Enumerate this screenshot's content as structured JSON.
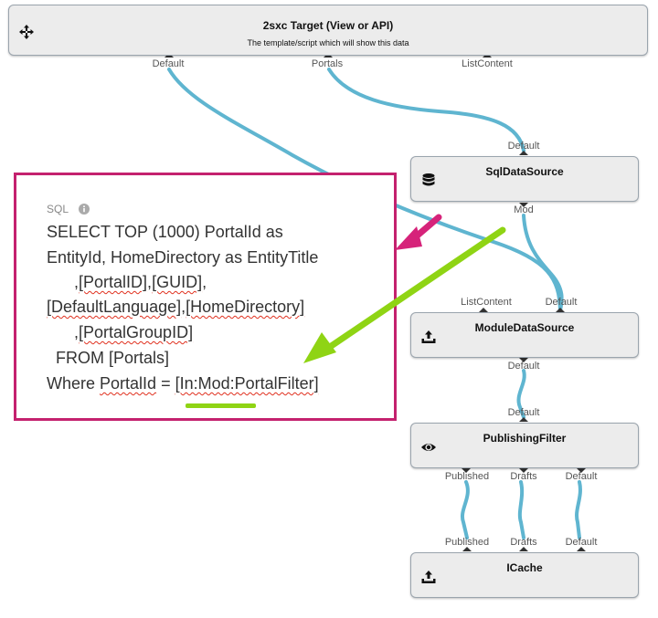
{
  "nodes": {
    "target": {
      "title": "2sxc Target (View or API)",
      "description": "The template/script which will show this data",
      "icon": "move-arrows-icon"
    },
    "sql": {
      "title": "SqlDataSource",
      "icon": "database-icon"
    },
    "module": {
      "title": "ModuleDataSource",
      "icon": "upload-tray-icon"
    },
    "publishing": {
      "title": "PublishingFilter",
      "icon": "eye-icon"
    },
    "icache": {
      "title": "ICache",
      "icon": "upload-tray-icon"
    }
  },
  "ports": {
    "target_in": [
      "Default",
      "Portals",
      "ListContent"
    ],
    "sql_out": "Default",
    "sql_in": "Mod",
    "module_out": [
      "ListContent",
      "Default"
    ],
    "module_in": "Default",
    "publishing_out": "Default",
    "publishing_in": [
      "Published",
      "Drafts",
      "Default"
    ],
    "icache_out": [
      "Published",
      "Drafts",
      "Default"
    ]
  },
  "sql_panel": {
    "label": "SQL",
    "lines": [
      {
        "parts": [
          {
            "t": "SELECT TOP (1000) PortalId as"
          }
        ]
      },
      {
        "parts": [
          {
            "t": "EntityId, HomeDirectory as EntityTitle"
          }
        ]
      },
      {
        "parts": [
          {
            "t": "      ,"
          },
          {
            "t": "[PortalID]",
            "sq": true
          },
          {
            "t": ","
          },
          {
            "t": "[GUID]",
            "sq": true
          },
          {
            "t": ","
          }
        ]
      },
      {
        "parts": [
          {
            "t": "[DefaultLanguage]",
            "sq": true
          },
          {
            "t": ","
          },
          {
            "t": "[HomeDirectory]",
            "sq": true
          }
        ]
      },
      {
        "parts": [
          {
            "t": "      ,"
          },
          {
            "t": "[PortalGroupID]",
            "sq": true
          }
        ]
      },
      {
        "parts": [
          {
            "t": "  FROM [Portals]"
          }
        ]
      },
      {
        "parts": [
          {
            "t": "Where "
          },
          {
            "t": "PortalId",
            "sq": true
          },
          {
            "t": " = "
          },
          {
            "t": "[In:Mod:PortalFilter]",
            "sq": true
          }
        ]
      }
    ]
  },
  "colors": {
    "wire": "#5fb5d0",
    "highlight_box": "#c4216e",
    "magenta_arrow": "#d6237a",
    "green_arrow": "#8fd414"
  }
}
